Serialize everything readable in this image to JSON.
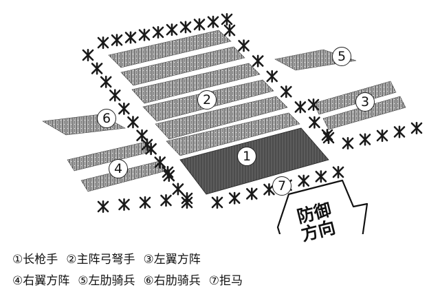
{
  "markers": {
    "m1": "1",
    "m2": "2",
    "m3": "3",
    "m4": "4",
    "m5": "5",
    "m6": "6",
    "m7": "7"
  },
  "arrow": {
    "line1": "防御",
    "line2": "方向"
  },
  "legend": {
    "row1": [
      "①长枪手",
      "②主阵弓弩手",
      "③左翼方阵"
    ],
    "row2": [
      "④右翼方阵",
      "⑤左肋骑兵",
      "⑥右肋骑兵",
      "⑦拒马"
    ]
  }
}
